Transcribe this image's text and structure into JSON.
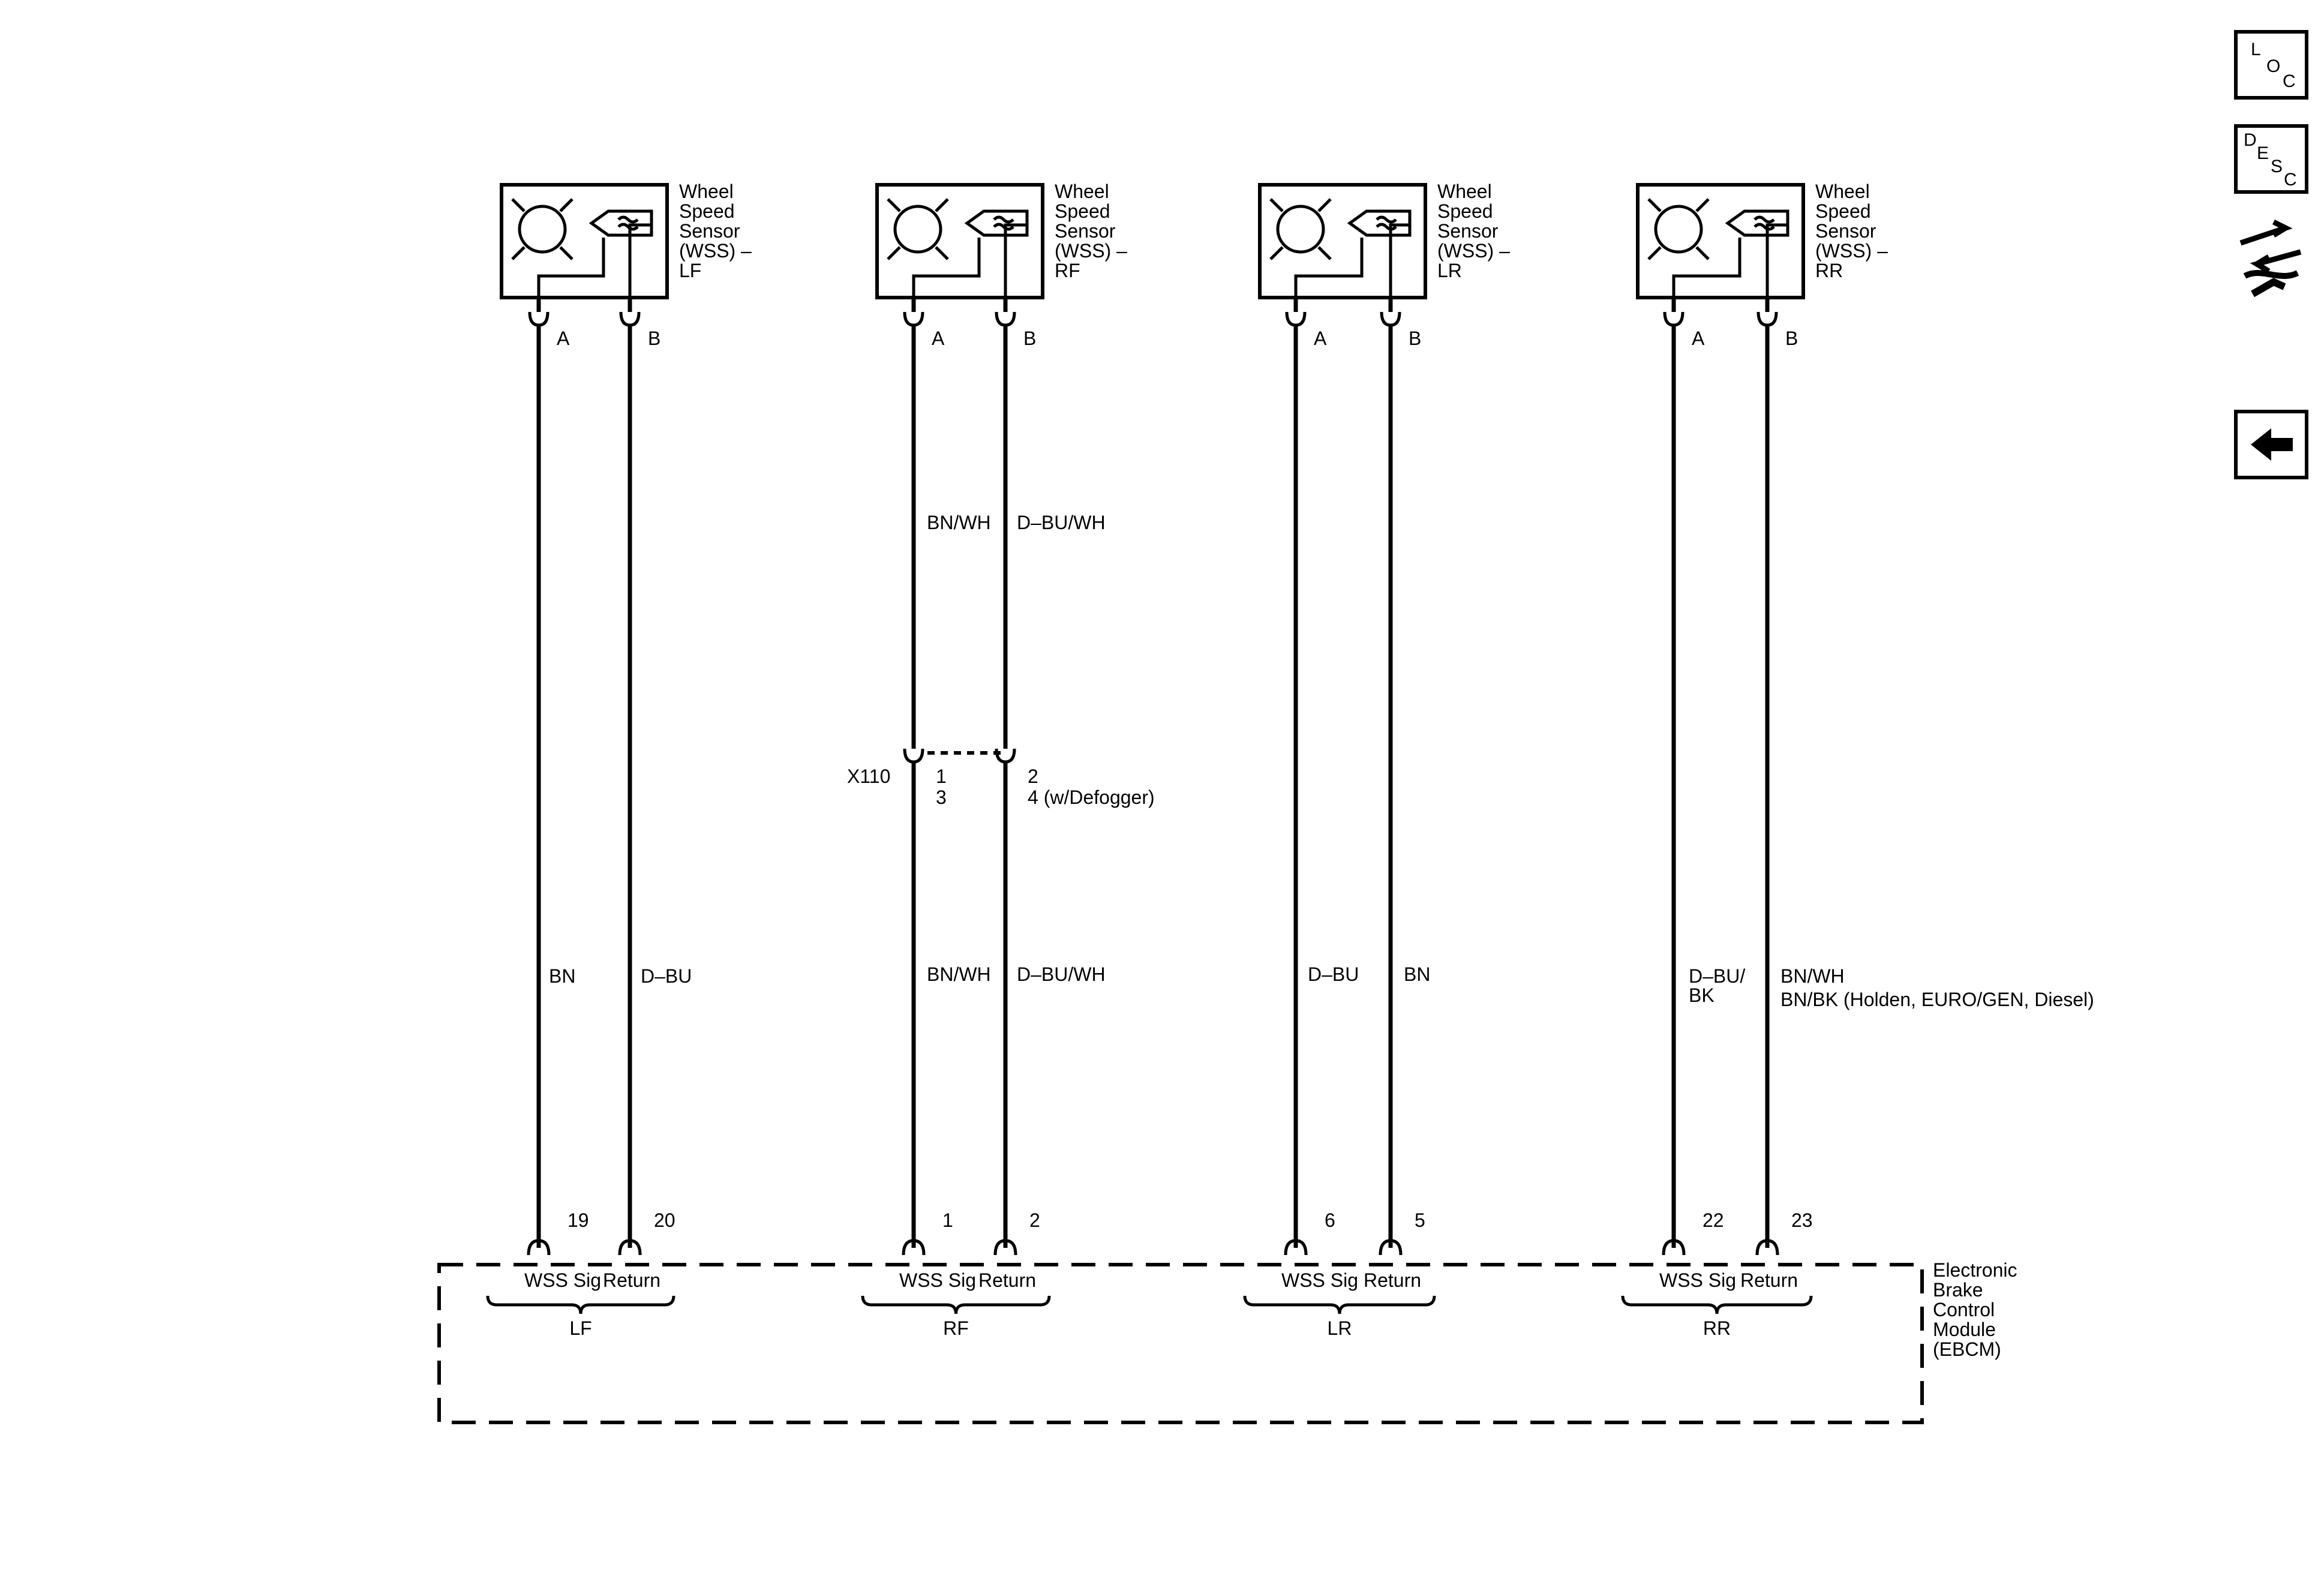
{
  "sensors": [
    {
      "label_lines": [
        "Wheel",
        "Speed",
        "Sensor",
        "(WSS) –",
        "LF"
      ],
      "pin_a": "A",
      "pin_b": "B"
    },
    {
      "label_lines": [
        "Wheel",
        "Speed",
        "Sensor",
        "(WSS) –",
        "RF"
      ],
      "pin_a": "A",
      "pin_b": "B"
    },
    {
      "label_lines": [
        "Wheel",
        "Speed",
        "Sensor",
        "(WSS) –",
        "LR"
      ],
      "pin_a": "A",
      "pin_b": "B"
    },
    {
      "label_lines": [
        "Wheel",
        "Speed",
        "Sensor",
        "(WSS) –",
        "RR"
      ],
      "pin_a": "A",
      "pin_b": "B"
    }
  ],
  "wires": {
    "lf": {
      "a_color": "BN",
      "b_color": "D–BU"
    },
    "rf": {
      "a_upper": "BN/WH",
      "b_upper": "D–BU/WH",
      "a_lower": "BN/WH",
      "b_lower": "D–BU/WH"
    },
    "lr": {
      "a_color": "D–BU",
      "b_color": "BN"
    },
    "rr": {
      "a_color_1": "D–BU/",
      "a_color_2": "BK",
      "b_color_1": "BN/WH",
      "b_color_2": "BN/BK (Holden, EURO/GEN, Diesel)"
    }
  },
  "x110": {
    "name": "X110",
    "pin_a_1": "1",
    "pin_a_2": "3",
    "pin_b_1": "2",
    "pin_b_2": "4 (w/Defogger)"
  },
  "ebcm": {
    "label_lines": [
      "Electronic",
      "Brake",
      "Control",
      "Module",
      "(EBCM)"
    ],
    "groups": [
      {
        "name": "LF",
        "sig": "WSS Sig",
        "ret": "Return",
        "pin_sig": "19",
        "pin_ret": "20"
      },
      {
        "name": "RF",
        "sig": "WSS Sig",
        "ret": "Return",
        "pin_sig": "1",
        "pin_ret": "2"
      },
      {
        "name": "LR",
        "sig": "WSS Sig",
        "ret": "Return",
        "pin_sig": "6",
        "pin_ret": "5"
      },
      {
        "name": "RR",
        "sig": "WSS Sig",
        "ret": "Return",
        "pin_sig": "22",
        "pin_ret": "23"
      }
    ]
  },
  "nav": {
    "loc": [
      "L",
      "O",
      "C"
    ],
    "desc": [
      "D",
      "E",
      "S",
      "C"
    ]
  }
}
